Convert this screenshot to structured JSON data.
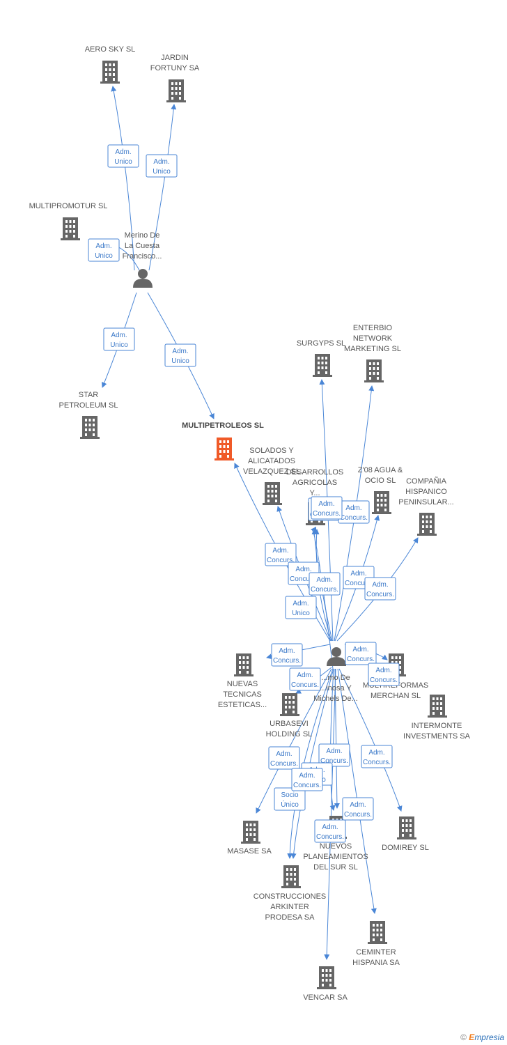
{
  "colors": {
    "edge": "#4a86d6",
    "company": "#666666",
    "main_company": "#f05a28",
    "person": "#666666"
  },
  "nodes": [
    {
      "id": "aero",
      "type": "company",
      "label": [
        "AERO SKY SL"
      ]
    },
    {
      "id": "jardin",
      "type": "company",
      "label": [
        "JARDIN",
        "FORTUNY SA"
      ]
    },
    {
      "id": "multipromotur",
      "type": "company",
      "label": [
        "MULTIPROMOTUR SL"
      ]
    },
    {
      "id": "merino",
      "type": "person",
      "label": [
        "Merino De",
        "La Cuesta",
        "Francisco..."
      ]
    },
    {
      "id": "star",
      "type": "company",
      "label": [
        "STAR",
        "PETROLEUM SL"
      ]
    },
    {
      "id": "multipetroleos",
      "type": "main",
      "label": [
        "MULTIPETROLEOS SL"
      ]
    },
    {
      "id": "surgyps",
      "type": "company",
      "label": [
        "SURGYPS SL"
      ]
    },
    {
      "id": "enterbio",
      "type": "company",
      "label": [
        "ENTERBIO",
        "NETWORK",
        "MARKETING SL"
      ]
    },
    {
      "id": "solados",
      "type": "company",
      "label": [
        "SOLADOS Y",
        "ALICATADOS",
        "VELAZQUEZ SL"
      ]
    },
    {
      "id": "desarrollos",
      "type": "company",
      "label": [
        "DESARROLLOS",
        "AGRICOLAS",
        "Y..."
      ]
    },
    {
      "id": "z08",
      "type": "company",
      "label": [
        "Z'08 AGUA &",
        "OCIO SL"
      ]
    },
    {
      "id": "compania",
      "type": "company",
      "label": [
        "COMPAÑIA",
        "HISPANICO",
        "PENINSULAR..."
      ]
    },
    {
      "id": "nuevas",
      "type": "company",
      "label": [
        "NUEVAS",
        "TECNICAS",
        "ESTETICAS..."
      ]
    },
    {
      "id": "person2",
      "type": "person",
      "label": [
        "...mo De",
        "...inosa Y",
        "Michels De..."
      ]
    },
    {
      "id": "multireformas",
      "type": "company",
      "label": [
        "MULTIREFORMAS",
        "MERCHAN SL"
      ]
    },
    {
      "id": "urbasevi",
      "type": "company",
      "label": [
        "URBASEVI",
        "HOLDING SL"
      ]
    },
    {
      "id": "intermonte",
      "type": "company",
      "label": [
        "INTERMONTE",
        "INVESTMENTS SA"
      ]
    },
    {
      "id": "masase",
      "type": "company",
      "label": [
        "MASASE SA"
      ]
    },
    {
      "id": "nuevos",
      "type": "company",
      "label": [
        "NUEVOS",
        "PLANEAMIENTOS",
        "DEL SUR SL"
      ]
    },
    {
      "id": "domirey",
      "type": "company",
      "label": [
        "DOMIREY SL"
      ]
    },
    {
      "id": "construcciones",
      "type": "company",
      "label": [
        "CONSTRUCCIONES",
        "ARKINTER",
        "PRODESA SA"
      ]
    },
    {
      "id": "ceminter",
      "type": "company",
      "label": [
        "CEMINTER",
        "HISPANIA SA"
      ]
    },
    {
      "id": "vencar",
      "type": "company",
      "label": [
        "VENCAR SA"
      ]
    }
  ],
  "edges": [
    {
      "from": "merino",
      "to": "aero",
      "role": [
        "Adm.",
        "Unico"
      ]
    },
    {
      "from": "merino",
      "to": "jardin",
      "role": [
        "Adm.",
        "Unico"
      ]
    },
    {
      "from": "merino",
      "to": "multipromotur",
      "role": [
        "Adm.",
        "Unico"
      ]
    },
    {
      "from": "merino",
      "to": "star",
      "role": [
        "Adm.",
        "Unico"
      ]
    },
    {
      "from": "merino",
      "to": "multipetroleos",
      "role": [
        "Adm.",
        "Unico"
      ]
    },
    {
      "from": "person2",
      "to": "surgyps",
      "role": [
        "Adm.",
        "Concurs."
      ]
    },
    {
      "from": "person2",
      "to": "enterbio",
      "role": [
        "Adm.",
        "Concurs."
      ]
    },
    {
      "from": "person2",
      "to": "multipetroleos",
      "role": [
        "Adm.",
        "Concurs."
      ]
    },
    {
      "from": "person2",
      "to": "solados",
      "role": [
        "Adm.",
        "Concurs."
      ]
    },
    {
      "from": "person2",
      "to": "desarrollos",
      "role": [
        "Adm.",
        "Concurs."
      ]
    },
    {
      "from": "person2",
      "to": "z08",
      "role": [
        "Adm.",
        "Concurs."
      ]
    },
    {
      "from": "person2",
      "to": "compania",
      "role": [
        "Adm.",
        "Concurs."
      ]
    },
    {
      "from": "person2",
      "to": "desarrollos",
      "role": [
        "Adm.",
        "Unico"
      ]
    },
    {
      "from": "person2",
      "to": "nuevas",
      "role": [
        "Adm.",
        "Concurs."
      ]
    },
    {
      "from": "person2",
      "to": "multireformas",
      "role": [
        "Adm.",
        "Concurs."
      ]
    },
    {
      "from": "person2",
      "to": "multireformas",
      "role": [
        "Adm.",
        "Concurs."
      ]
    },
    {
      "from": "person2",
      "to": "urbasevi",
      "role": [
        "Adm.",
        "Concurs."
      ]
    },
    {
      "from": "person2",
      "to": "masase",
      "role": [
        "Adm.",
        "Concurs."
      ]
    },
    {
      "from": "person2",
      "to": "nuevos",
      "role": [
        "Adm.",
        "Concurs."
      ]
    },
    {
      "from": "person2",
      "to": "domirey",
      "role": [
        "Adm.",
        "Concurs."
      ]
    },
    {
      "from": "person2",
      "to": "construcciones",
      "role": [
        "Adm.",
        "Unico"
      ]
    },
    {
      "from": "person2",
      "to": "construcciones",
      "role": [
        "Socio",
        "Único"
      ]
    },
    {
      "from": "person2",
      "to": "nuevos",
      "role": [
        "Adm.",
        "Concurs."
      ]
    },
    {
      "from": "person2",
      "to": "ceminter",
      "role": [
        "Adm.",
        "Concurs."
      ]
    },
    {
      "from": "person2",
      "to": "vencar",
      "role": [
        "Adm.",
        "Concurs."
      ]
    },
    {
      "from": "person2",
      "to": "nuevos",
      "role": [
        "Adm.",
        "Concurs."
      ]
    }
  ],
  "footer": {
    "copyright": "©",
    "brand_e": "E",
    "brand_rest": "mpresia"
  }
}
